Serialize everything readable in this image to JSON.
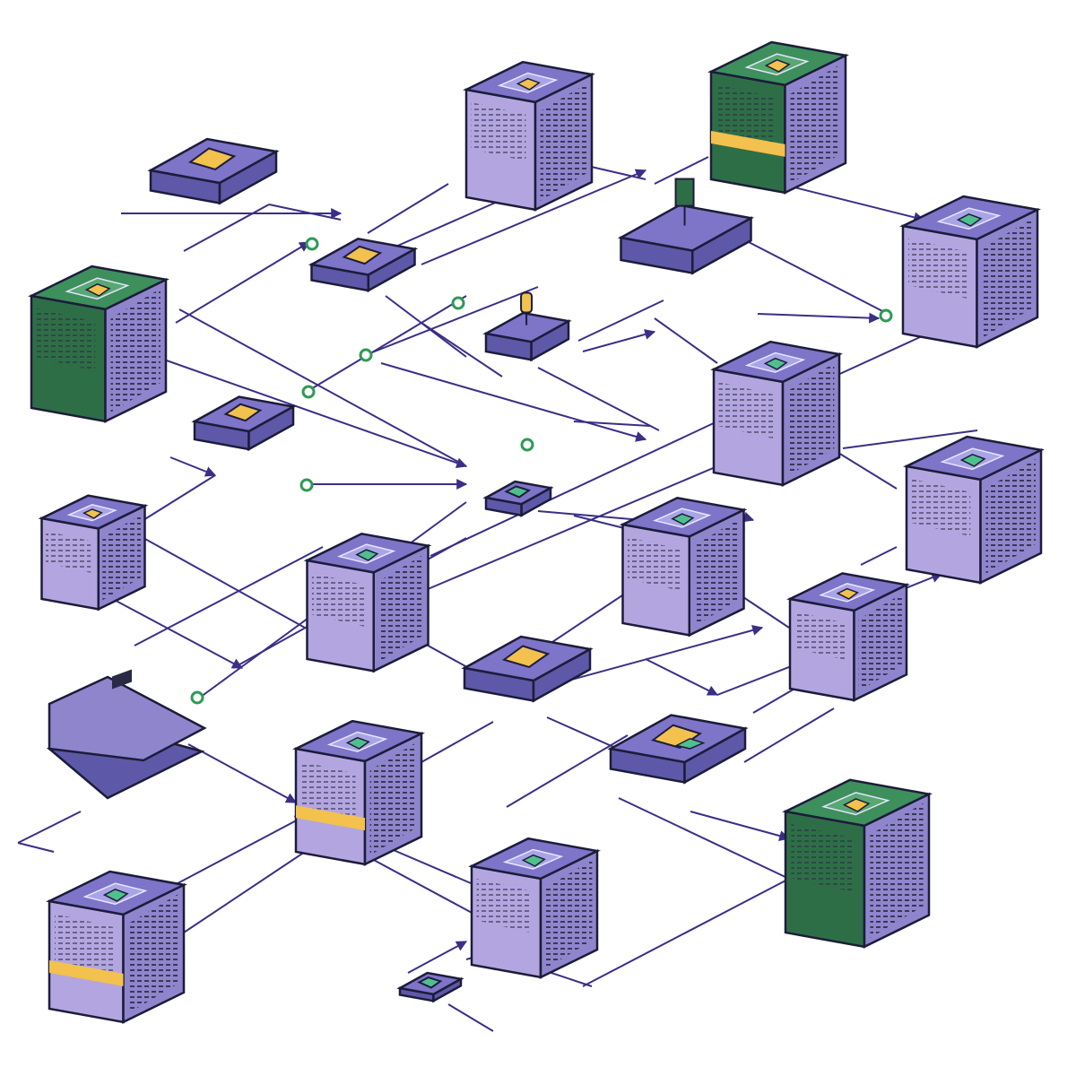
{
  "diagram": {
    "labels": [],
    "palette": {
      "outline": "#1c1c3a",
      "line": "#3a2f86",
      "top_purple": "#7e74c8",
      "top_glass": "#a9a4e6",
      "side_left": "#b3a6e0",
      "side_right": "#8f85cc",
      "side_dark": "#5e58a8",
      "green_top": "#3d8f5c",
      "green_side": "#2e6e47",
      "yellow": "#f2c14e",
      "yellow_dark": "#c99a2e",
      "mint": "#4fc08d",
      "node_ring": "#2f9a55",
      "vent": "#2a2a44"
    },
    "components": [
      {
        "id": "server-tall-top-center",
        "kind": "server-rack",
        "top": "purple",
        "chip": "yellow"
      },
      {
        "id": "server-green-top-right",
        "kind": "server-rack",
        "top": "green",
        "chip": "yellow",
        "stripe": "yellow"
      },
      {
        "id": "server-right-upper",
        "kind": "server-rack",
        "top": "purple",
        "chip": "mint"
      },
      {
        "id": "server-green-left",
        "kind": "server-rack",
        "top": "green",
        "chip": "yellow"
      },
      {
        "id": "server-center-right",
        "kind": "server-rack",
        "top": "purple",
        "chip": "mint"
      },
      {
        "id": "server-right-middle",
        "kind": "server-rack",
        "top": "purple",
        "chip": "mint"
      },
      {
        "id": "server-small-left",
        "kind": "server-rack",
        "top": "purple",
        "chip": "yellow"
      },
      {
        "id": "server-center",
        "kind": "server-rack",
        "top": "purple",
        "chip": "mint"
      },
      {
        "id": "server-middle-right",
        "kind": "server-rack",
        "top": "purple",
        "chip": "mint"
      },
      {
        "id": "server-right-lower",
        "kind": "server-rack",
        "top": "purple",
        "chip": "yellow"
      },
      {
        "id": "server-lower-center",
        "kind": "server-rack",
        "top": "purple",
        "chip": "mint",
        "stripe": "yellow"
      },
      {
        "id": "server-green-bottom-right",
        "kind": "server-rack",
        "top": "green",
        "chip": "yellow"
      },
      {
        "id": "server-bottom-left",
        "kind": "server-rack",
        "top": "purple",
        "chip": "mint",
        "stripe": "yellow"
      },
      {
        "id": "server-bottom-center",
        "kind": "server-rack",
        "top": "purple",
        "chip": "mint"
      },
      {
        "id": "pad-top-left",
        "kind": "platform",
        "chip": "yellow"
      },
      {
        "id": "pad-upper-center",
        "kind": "platform",
        "chip": "yellow"
      },
      {
        "id": "pad-antenna-top",
        "kind": "platform",
        "chip": "green-antenna"
      },
      {
        "id": "pad-small-center",
        "kind": "platform",
        "chip": "yellow-pin"
      },
      {
        "id": "pad-left-middle",
        "kind": "platform",
        "chip": "yellow"
      },
      {
        "id": "pad-tiny-center",
        "kind": "platform",
        "chip": "green"
      },
      {
        "id": "pad-hub-center",
        "kind": "platform",
        "chip": "yellow"
      },
      {
        "id": "pad-right-lower",
        "kind": "platform",
        "chip": "yellow-green"
      },
      {
        "id": "panel-bottom-left",
        "kind": "flat-panel"
      },
      {
        "id": "pad-tiny-bottom",
        "kind": "platform",
        "chip": "green"
      }
    ]
  }
}
